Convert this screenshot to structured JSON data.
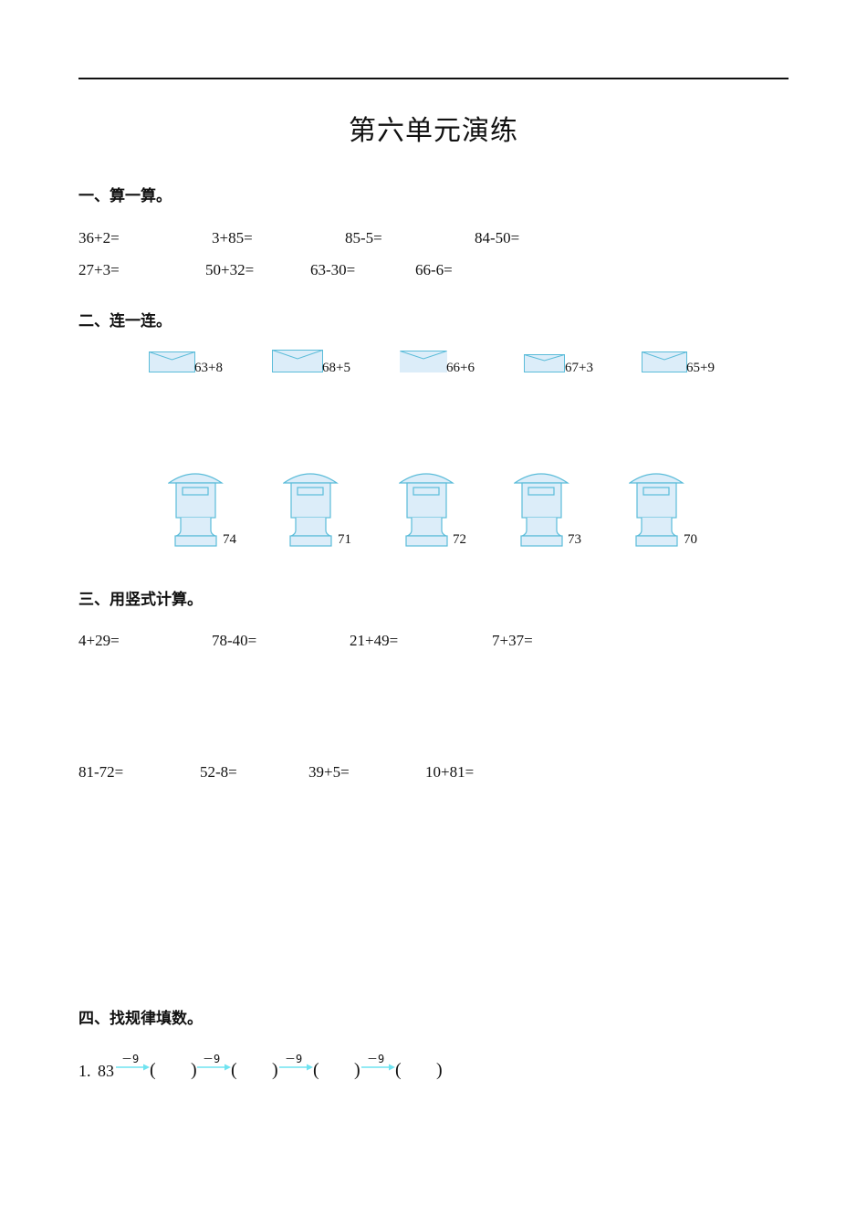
{
  "page": {
    "title": "第六单元演练"
  },
  "section1": {
    "heading": "一、算一算。",
    "row1": [
      "36+2=",
      "3+85=",
      "85-5=",
      "84-50="
    ],
    "row2": [
      "27+3=",
      "50+32=",
      "63-30=",
      "66-6="
    ]
  },
  "section2": {
    "heading": "二、连一连。",
    "envelopes": [
      "63+8",
      "68+5",
      "66+6",
      "67+3",
      "65+9"
    ],
    "mailboxes": [
      "74",
      "71",
      "72",
      "73",
      "70"
    ],
    "colors": {
      "stroke": "#5bbcd9",
      "fill": "#dcedf9"
    }
  },
  "section3": {
    "heading": "三、用竖式计算。",
    "row1": [
      "4+29=",
      "78-40=",
      "21+49=",
      "7+37="
    ],
    "row2": [
      "81-72=",
      "52-8=",
      "39+5=",
      "10+81="
    ]
  },
  "section4": {
    "heading": "四、找规律填数。",
    "item_number": "1.",
    "start": "83",
    "step_label": "－9",
    "open_paren": "(",
    "close_paren": ")",
    "arrow_color": "#6fe3f0"
  }
}
